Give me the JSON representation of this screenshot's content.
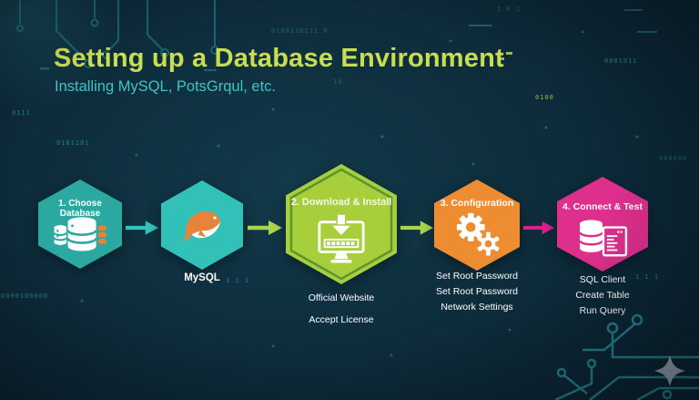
{
  "header": {
    "title": "Setting up a Database Environment",
    "subtitle": "Installing MySQL, PotsGrqul, etc.",
    "title_color": "#c9de4f",
    "subtitle_color": "#3fc3c7"
  },
  "steps": [
    {
      "label": "1. Choose Database",
      "icon": "databases-icon",
      "color": "#2ba89f"
    },
    {
      "caption": "MySQL",
      "icon": "mysql-dolphin-icon",
      "color": "#31c1b8"
    },
    {
      "label": "2. Download & Install",
      "icon": "download-monitor-icon",
      "color": "#a6cf3b",
      "notes": [
        "Official Website",
        "Accept License"
      ]
    },
    {
      "label": "3. Configuration",
      "icon": "gears-icon",
      "color": "#ee8c31",
      "notes": [
        "Set Root Password",
        "Set Root Password",
        "Network Settings"
      ]
    },
    {
      "label": "4. Connect & Test",
      "icon": "database-query-icon",
      "color": "#de2f8c",
      "notes": [
        "SQL Client",
        "Create Table",
        "Run Query"
      ]
    }
  ],
  "arrows": [
    {
      "color": "#35c2b9"
    },
    {
      "color": "#a8d44f"
    },
    {
      "color": "#a8d44f"
    },
    {
      "color": "#d9218b"
    }
  ],
  "background": {
    "circuit_color": "#1f7a87",
    "binary_color": "#2e8b98",
    "binary_alt_color": "#aac93e",
    "binary": [
      {
        "text": "1 0 1"
      },
      {
        "text": "0100110111 0"
      },
      {
        "text": "0001011"
      },
      {
        "text": "0100"
      },
      {
        "text": "0111"
      },
      {
        "text": "0101101"
      },
      {
        "text": "0000100000"
      },
      {
        "text": "1 1 1"
      },
      {
        "text": "1 1 1"
      },
      {
        "text": "10"
      },
      {
        "text": "000000"
      }
    ]
  },
  "logo": {
    "name": "diamond-logo",
    "color": "#94a0aa"
  }
}
